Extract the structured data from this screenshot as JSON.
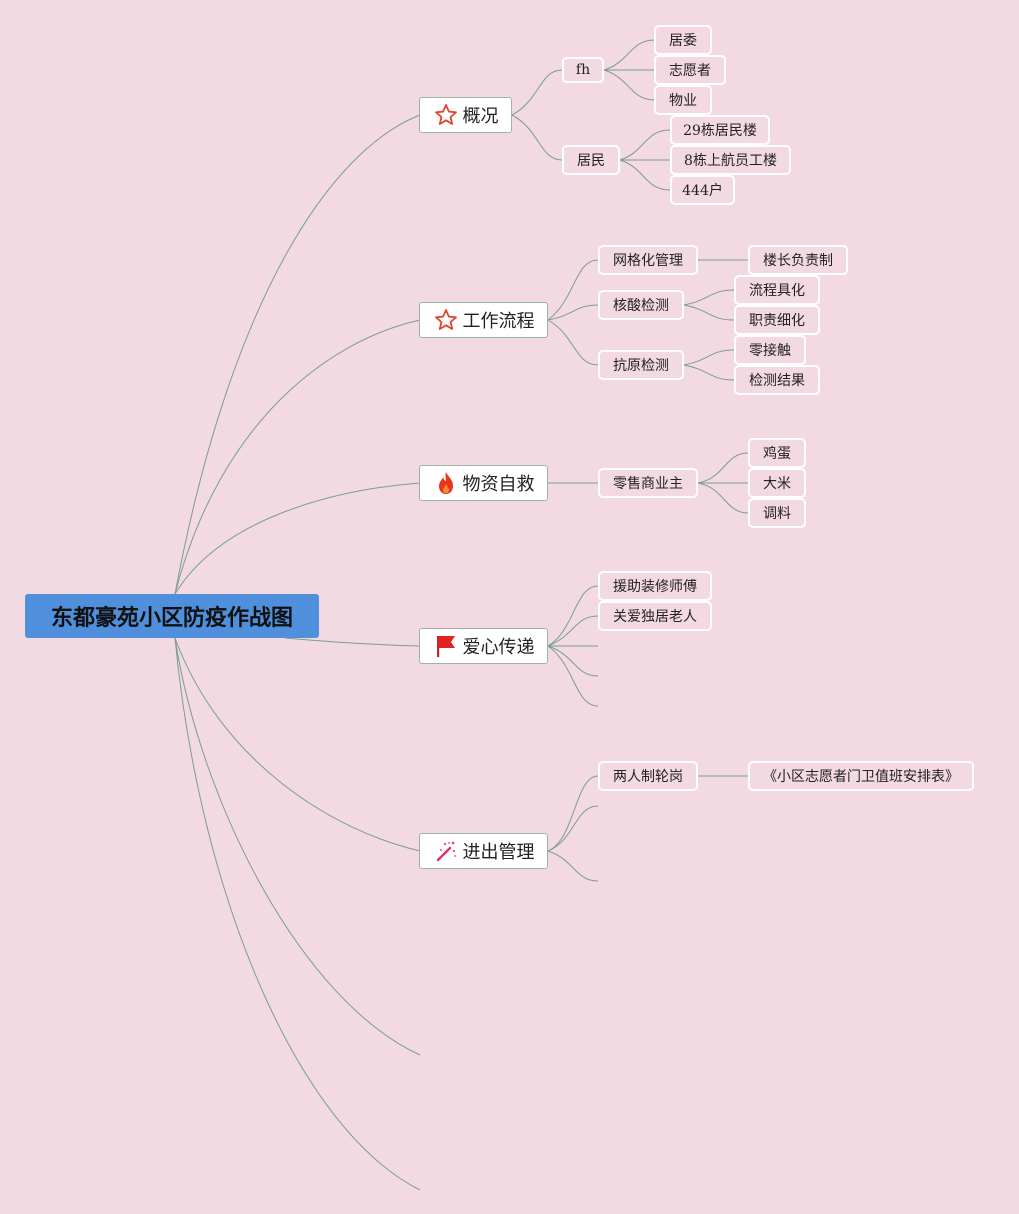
{
  "root": {
    "label": "东都豪苑小区防疫作战图"
  },
  "branches": [
    {
      "label": "概况",
      "icon": "star-outline-icon"
    },
    {
      "label": "工作流程",
      "icon": "star-outline-icon"
    },
    {
      "label": "物资自救",
      "icon": "fire-icon"
    },
    {
      "label": "爱心传递",
      "icon": "red-flag-icon"
    },
    {
      "label": "进出管理",
      "icon": "magic-wand-icon"
    }
  ],
  "leaves": {
    "fh": "fh",
    "juwei": "居委",
    "zhiyuanzhe": "志愿者",
    "wuye": "物业",
    "jumin": "居民",
    "bldg29": "29栋居民楼",
    "bldg8": "8栋上航员工楼",
    "households": "444户",
    "grid_mgmt": "网格化管理",
    "building_leader": "楼长负责制",
    "nucleic_test": "核酸检测",
    "process_detail": "流程具化",
    "duty_detail": "职责细化",
    "antigen_test": "抗原检测",
    "zero_contact": "零接触",
    "test_result": "检测结果",
    "retail_owner": "零售商业主",
    "eggs": "鸡蛋",
    "rice": "大米",
    "seasoning": "调料",
    "help_decorator": "援助装修师傅",
    "care_elderly": "关爱独居老人",
    "two_person_shift": "两人制轮岗",
    "volunteer_schedule": "《小区志愿者门卫值班安排表》"
  },
  "colors": {
    "background": "#f3d9e1",
    "root": "#4f8fdc",
    "line": "#7a9e8e",
    "leaf_border": "#ffffff"
  }
}
